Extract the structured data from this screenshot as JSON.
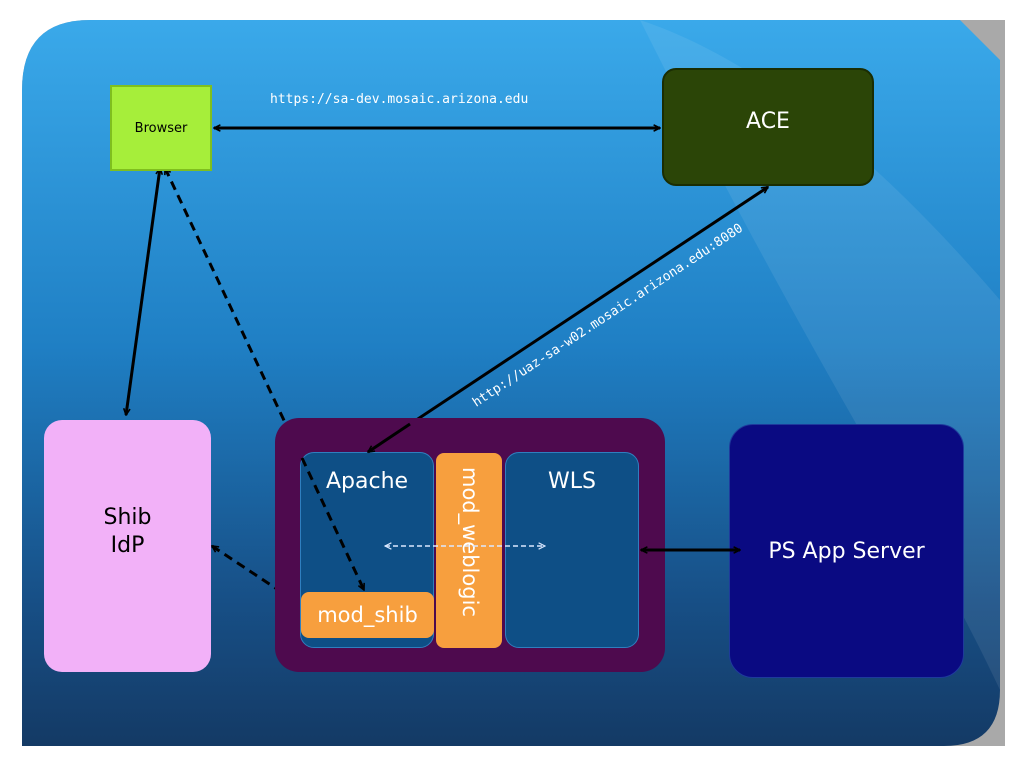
{
  "links": {
    "browser_ace_url": "https://sa-dev.mosaic.arizona.edu",
    "ace_apache_url": "http://uaz-sa-w02.mosaic.arizona.edu:8080"
  },
  "nodes": {
    "browser": "Browser",
    "ace": "ACE",
    "shib_idp_line1": "Shib",
    "shib_idp_line2": "IdP",
    "apache": "Apache",
    "mod_weblogic": "mod_weblogic",
    "wls": "WLS",
    "mod_shib": "mod_shib",
    "ps_app_server": "PS App Server"
  },
  "colors": {
    "browser": "#a6ee3a",
    "ace": "#2b4507",
    "shib_idp": "#f2b1f8",
    "container": "#4e0a4e",
    "apache_wls": "#0e4f86",
    "module": "#f79f3e",
    "ps_app_server": "#0a0a82"
  }
}
